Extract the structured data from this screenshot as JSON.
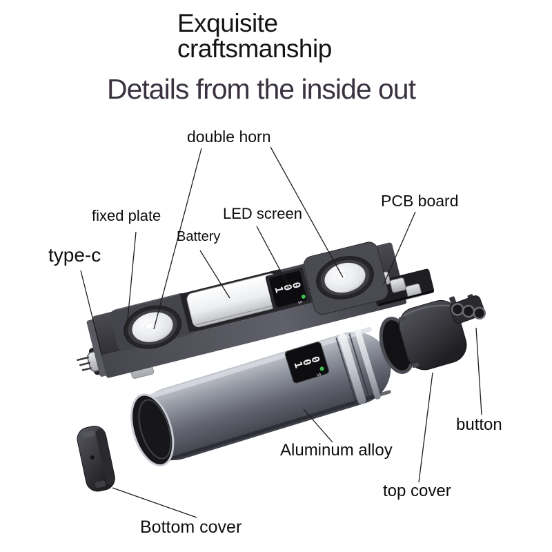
{
  "header": {
    "title_line1": "Exquisite",
    "title_line2": "craftsmanship",
    "subtitle": "Details from the inside out"
  },
  "labels": {
    "double_horn": "double horn",
    "fixed_plate": "fixed plate",
    "led_screen": "LED screen",
    "pcb_board": "PCB board",
    "battery": "Battery",
    "type_c": "type-c",
    "button": "button",
    "aluminum_alloy": "Aluminum alloy",
    "top_cover": "top cover",
    "bottom_cover": "Bottom cover"
  },
  "device_display": {
    "value": "100",
    "unit": "s",
    "indicator_color": "#3fc24f"
  },
  "colors": {
    "title_text": "#141414",
    "subtitle_text": "#3a3240",
    "label_text": "#0d0d0d",
    "leader_line": "#1c1c1c",
    "chassis_dark": "#3a3a40",
    "aluminum_body": "#8d909a",
    "led_screen_bg": "#0c0c0f"
  }
}
